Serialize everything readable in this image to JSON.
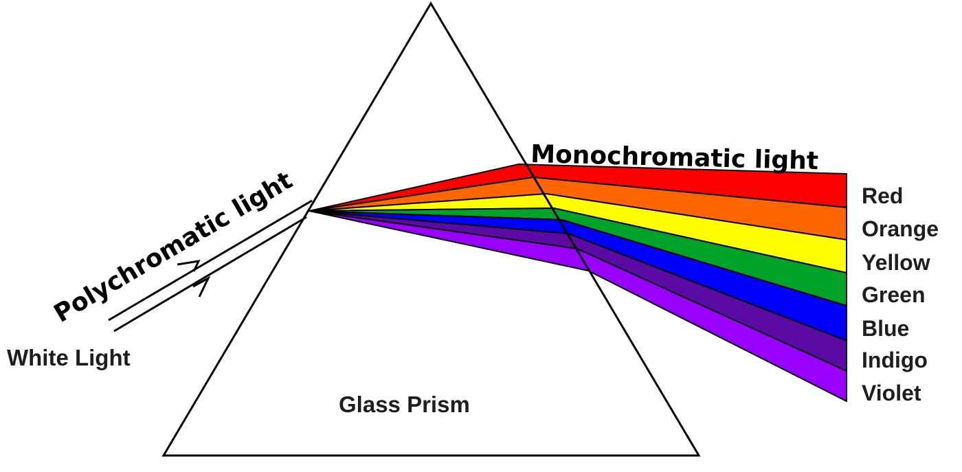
{
  "title": "",
  "labels": {
    "polychromatic": "Polychromatic light",
    "monochromatic": "Monochromatic light",
    "white_light": "White Light",
    "glass_prism": "Glass Prism"
  },
  "spectrum": [
    {
      "name": "Red",
      "color": "#ff0000"
    },
    {
      "name": "Orange",
      "color": "#ff6600"
    },
    {
      "name": "Yellow",
      "color": "#ffff00"
    },
    {
      "name": "Green",
      "color": "#00a32a"
    },
    {
      "name": "Blue",
      "color": "#0000ff"
    },
    {
      "name": "Indigo",
      "color": "#5b0aa6"
    },
    {
      "name": "Violet",
      "color": "#9900ff"
    }
  ]
}
